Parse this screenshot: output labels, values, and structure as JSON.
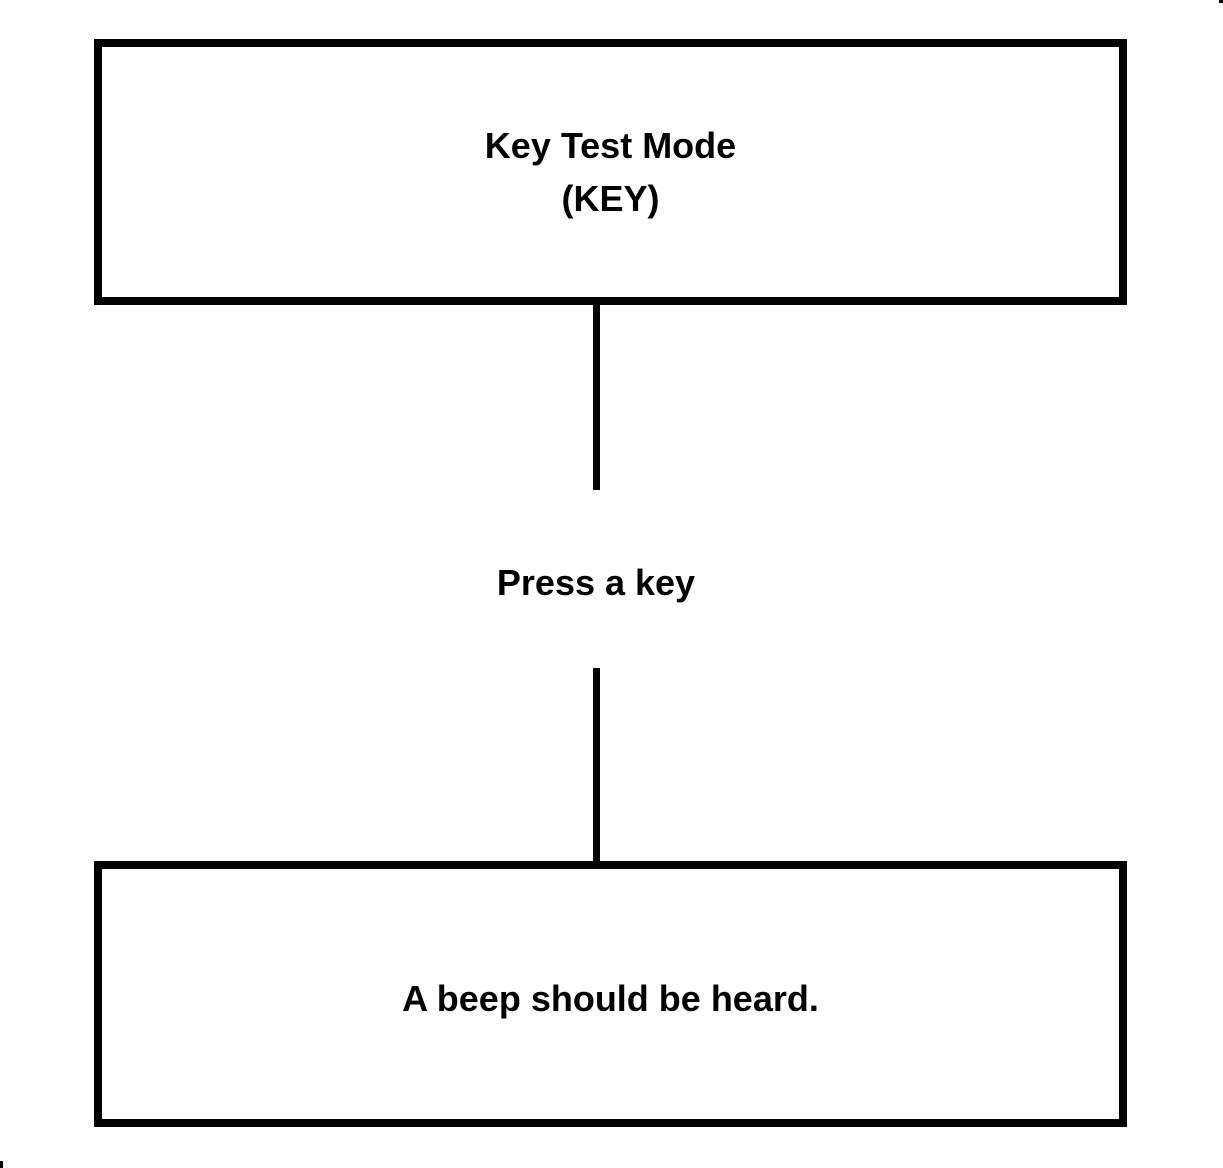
{
  "page": {
    "background_color": "#ffffff",
    "ink_color": "#000000"
  },
  "flowchart": {
    "node_top": {
      "title": "Key Test Mode",
      "subtitle": "(KEY)"
    },
    "action_label": "Press a key",
    "node_bottom": {
      "text": "A beep should be heard."
    }
  }
}
